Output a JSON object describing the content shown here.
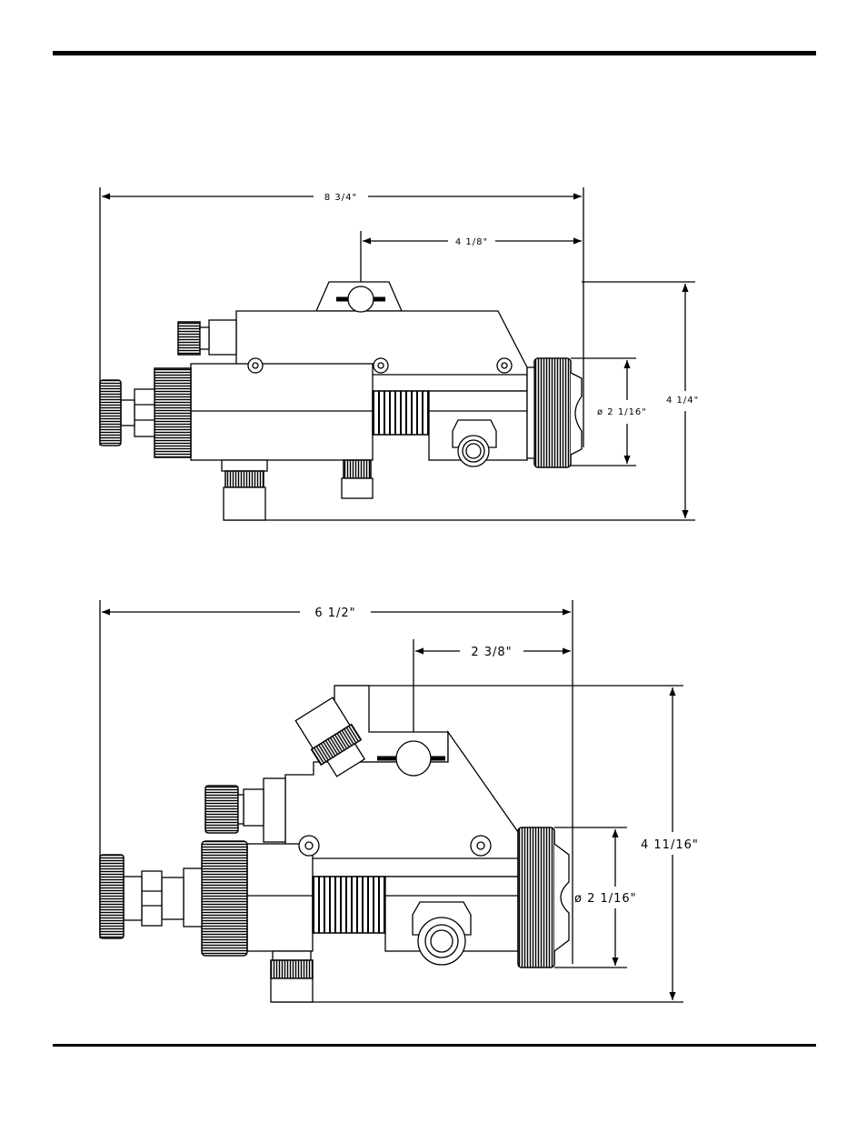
{
  "view1": {
    "overall_length": "8 3/4\"",
    "handle_offset": "4 1/8\"",
    "diameter": "ø 2 1/16\"",
    "height": "4 1/4\""
  },
  "view2": {
    "overall_length": "6 1/2\"",
    "handle_offset": "2 3/8\"",
    "diameter": "ø 2 1/16\"",
    "height": "4 11/16\""
  }
}
